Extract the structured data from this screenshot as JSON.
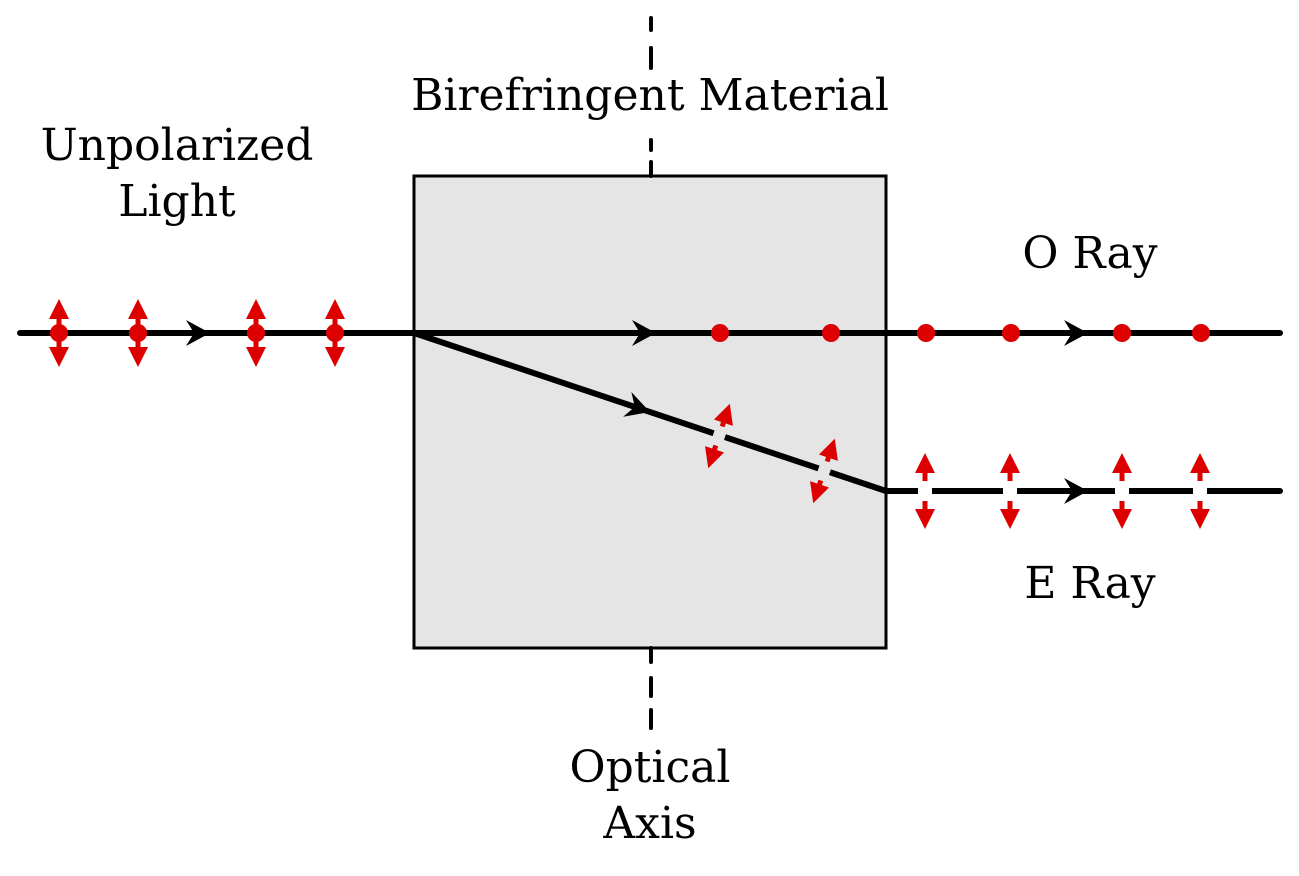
{
  "labels": {
    "title": "Birefringent Material",
    "input_line1": "Unpolarized",
    "input_line2": "Light",
    "o_ray": "O Ray",
    "e_ray": "E Ray",
    "axis_line1": "Optical",
    "axis_line2": "Axis"
  },
  "colors": {
    "polarization": "#dd0000",
    "ray": "#000000",
    "material_fill": "#e5e5e5"
  }
}
